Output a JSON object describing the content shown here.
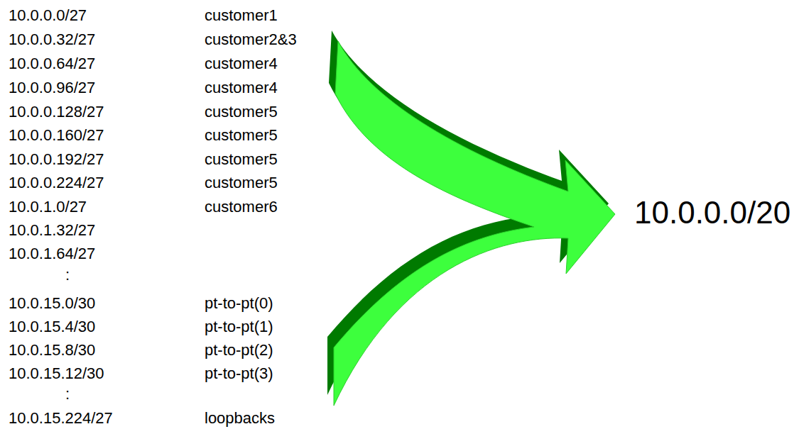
{
  "diagram": {
    "labels": [
      "10.0.0.0/27",
      "customer1",
      "10.0.0.32/27",
      "customer2&3",
      "10.0.0.64/27",
      "customer4",
      "10.0.0.96/27",
      "customer4",
      "10.0.0.128/27",
      "customer5",
      "10.0.0.160/27",
      "customer5",
      "10.0.0.192/27",
      "customer5",
      "10.0.0.224/27",
      "customer5",
      "10.0.1.0/27",
      "customer6",
      "10.0.1.32/27",
      "10.0.1.64/27",
      ":",
      "10.0.15.0/30",
      "pt-to-pt(0)",
      "10.0.15.4/30",
      "pt-to-pt(1)",
      "10.0.15.8/30",
      "pt-to-pt(2)",
      "10.0.15.12/30",
      "pt-to-pt(3)",
      ":",
      "10.0.15.224/27",
      "loopbacks",
      "10.0.0.0/20"
    ]
  }
}
